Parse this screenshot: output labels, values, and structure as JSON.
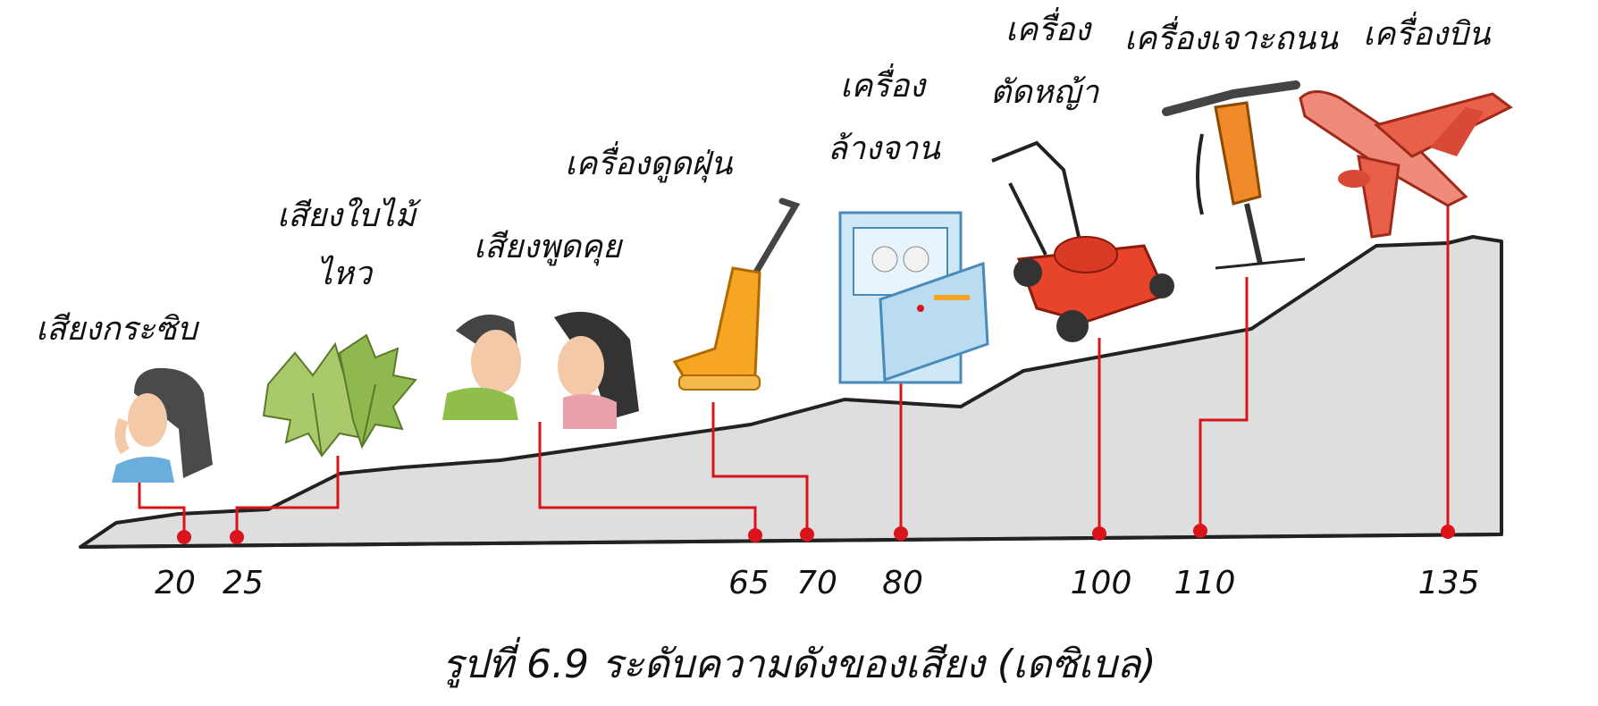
{
  "caption": "รูปที่ 6.9 ระดับความดังของเสียง (เดซิเบล)",
  "colors": {
    "slope_fill": "#dedede",
    "slope_stroke": "#222222",
    "leader": "#d9141a",
    "dot": "#d9141a"
  },
  "items": [
    {
      "db": 20,
      "label": [
        "เสียงกระซิบ"
      ],
      "icon": "whispering-woman-icon"
    },
    {
      "db": 25,
      "label": [
        "เสียงใบไม้",
        "ไหว"
      ],
      "icon": "rustling-leaves-icon"
    },
    {
      "db": 65,
      "label": [
        "เสียงพูดคุย"
      ],
      "icon": "talking-people-icon"
    },
    {
      "db": 70,
      "label": [
        "เครื่องดูดฝุ่น"
      ],
      "icon": "vacuum-cleaner-icon"
    },
    {
      "db": 80,
      "label": [
        "เครื่อง",
        "ล้างจาน"
      ],
      "icon": "dishwasher-icon"
    },
    {
      "db": 100,
      "label": [
        "เครื่อง",
        "ตัดหญ้า"
      ],
      "icon": "lawn-mower-icon"
    },
    {
      "db": 110,
      "label": [
        "เครื่องเจาะถนน"
      ],
      "icon": "jackhammer-icon"
    },
    {
      "db": 135,
      "label": [
        "เครื่องบิน"
      ],
      "icon": "airplane-icon"
    }
  ]
}
